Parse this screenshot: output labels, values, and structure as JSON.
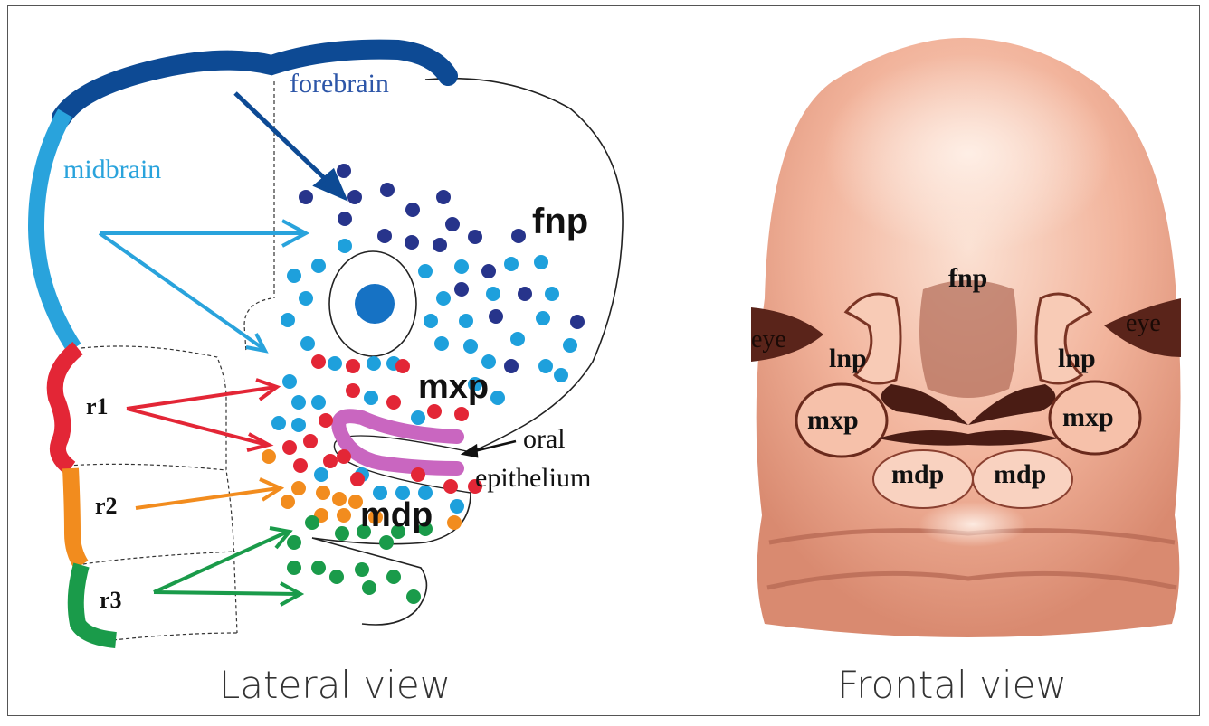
{
  "lateral": {
    "caption": "Lateral view",
    "labels": {
      "forebrain": "forebrain",
      "midbrain": "midbrain",
      "fnp": "fnp",
      "mxp": "mxp",
      "mdp": "mdp",
      "r1": "r1",
      "r2": "r2",
      "r3": "r3",
      "oral": "oral",
      "epithelium": "epithelium"
    },
    "colors": {
      "forebrain": "#0d4a94",
      "midbrain": "#29a3dc",
      "r1": "#e32636",
      "r2": "#f28c1e",
      "r3": "#1a9b4a",
      "dark_cells": "#27348b",
      "light_cells": "#1ea0dc",
      "oral_epithelium": "#c966c0",
      "eye": "#1672c4"
    }
  },
  "frontal": {
    "caption": "Frontal view",
    "labels": {
      "fnp": "fnp",
      "eye_left": "eye",
      "eye_right": "eye",
      "lnp_left": "lnp",
      "lnp_right": "lnp",
      "mxp_left": "mxp",
      "mxp_right": "mxp",
      "mdp_left": "mdp",
      "mdp_right": "mdp"
    },
    "colors": {
      "skin": "#f2b49c",
      "shadow": "#6a2a1c"
    }
  }
}
